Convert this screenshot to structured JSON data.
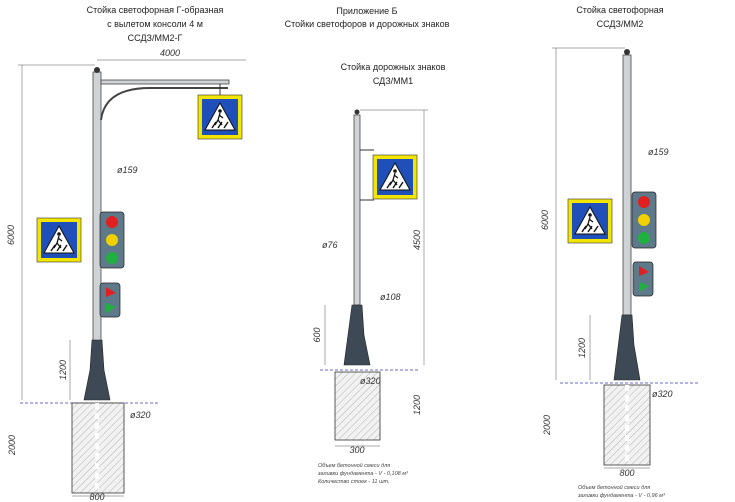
{
  "header": {
    "appendix_title": "Приложение Б",
    "appendix_subtitle": "Стойки светофоров и дорожных знаков"
  },
  "left_post": {
    "title_lines": [
      "Стойка светофорная Г-образная",
      "с  вылетом консоли 4 м",
      "ССДЗ/ММ2-Г"
    ],
    "dims": {
      "arm": "4000",
      "height": "6000",
      "pipe": "ø159",
      "base": "1200",
      "foundation_dia": "ø320",
      "depth": "2000",
      "width": "800"
    }
  },
  "middle_post": {
    "title_lines": [
      "Стойка дорожных знаков",
      "СДЗ/ММ1"
    ],
    "dims": {
      "top_dia": "ø76",
      "height": "4500",
      "lower_dia": "ø108",
      "base": "600",
      "foundation_dia": "ø320",
      "depth": "1200",
      "width": "300"
    },
    "note_lines": [
      "Объем бетонной смеси для",
      "заливки фундамента - V - 0,108 м³",
      "Количество стоек - 11 шт."
    ]
  },
  "right_post": {
    "title_lines": [
      "Стойка светофорная",
      "ССДЗ/ММ2"
    ],
    "dims": {
      "pipe": "ø159",
      "height": "6000",
      "base": "1200",
      "foundation_dia": "ø320",
      "depth": "2000",
      "width": "800"
    },
    "note_lines": [
      "Объем бетонной смеси для",
      "заливки фундамента - V - 0,96 м³"
    ]
  },
  "colors": {
    "sign_yellow": "#f2e600",
    "sign_blue": "#1f4fb8",
    "signal_red": "#e02020",
    "signal_yellow": "#f0d000",
    "signal_green": "#20b040"
  }
}
